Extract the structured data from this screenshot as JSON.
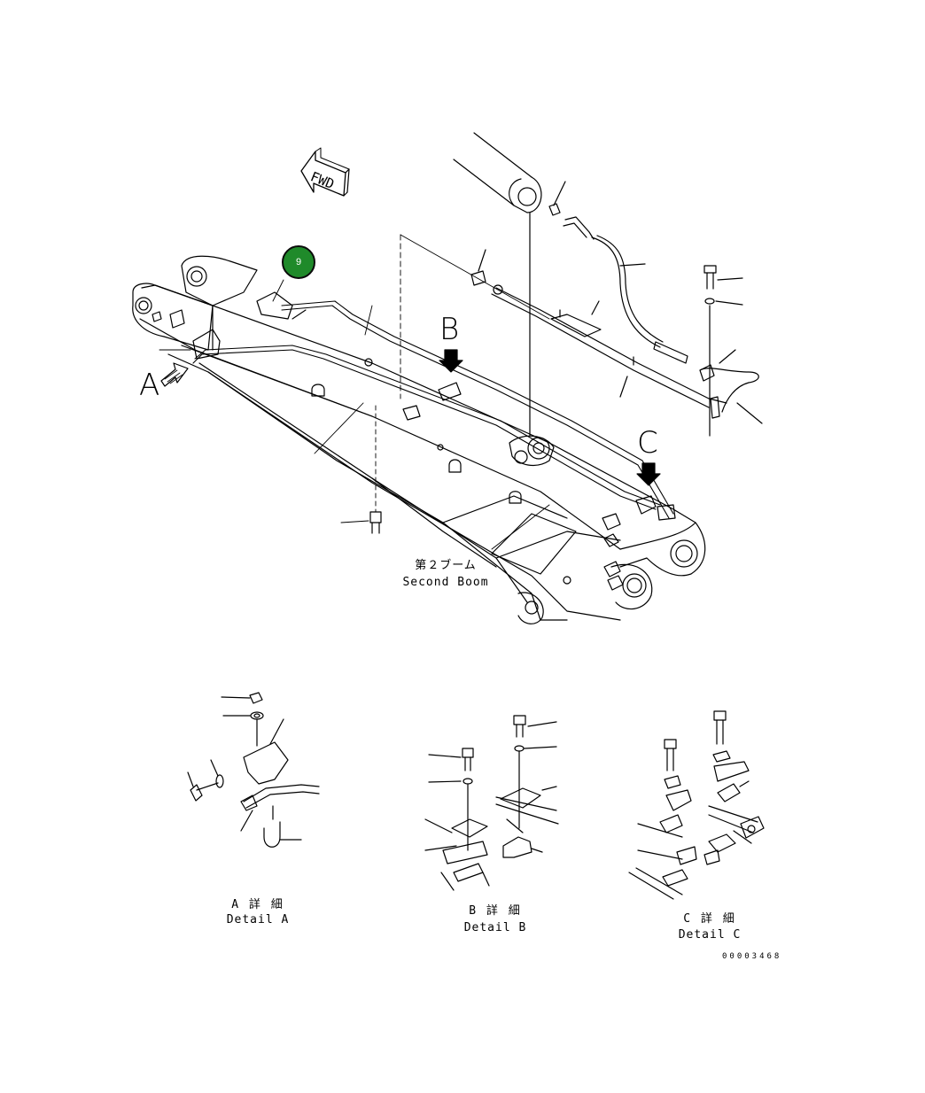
{
  "header": {
    "fwd_label": "FWD"
  },
  "callout": {
    "number": "9",
    "color": "#1f8a2a"
  },
  "views": {
    "a": "A",
    "b": "B",
    "c": "C"
  },
  "main_part": {
    "name_jp": "第２ブーム",
    "name_en": "Second Boom"
  },
  "details": {
    "a": {
      "jp": "A 詳 細",
      "en": "Detail A"
    },
    "b": {
      "jp": "B 詳 細",
      "en": "Detail B"
    },
    "c": {
      "jp": "C 詳 細",
      "en": "Detail C"
    }
  },
  "drawing_number": "00003468"
}
